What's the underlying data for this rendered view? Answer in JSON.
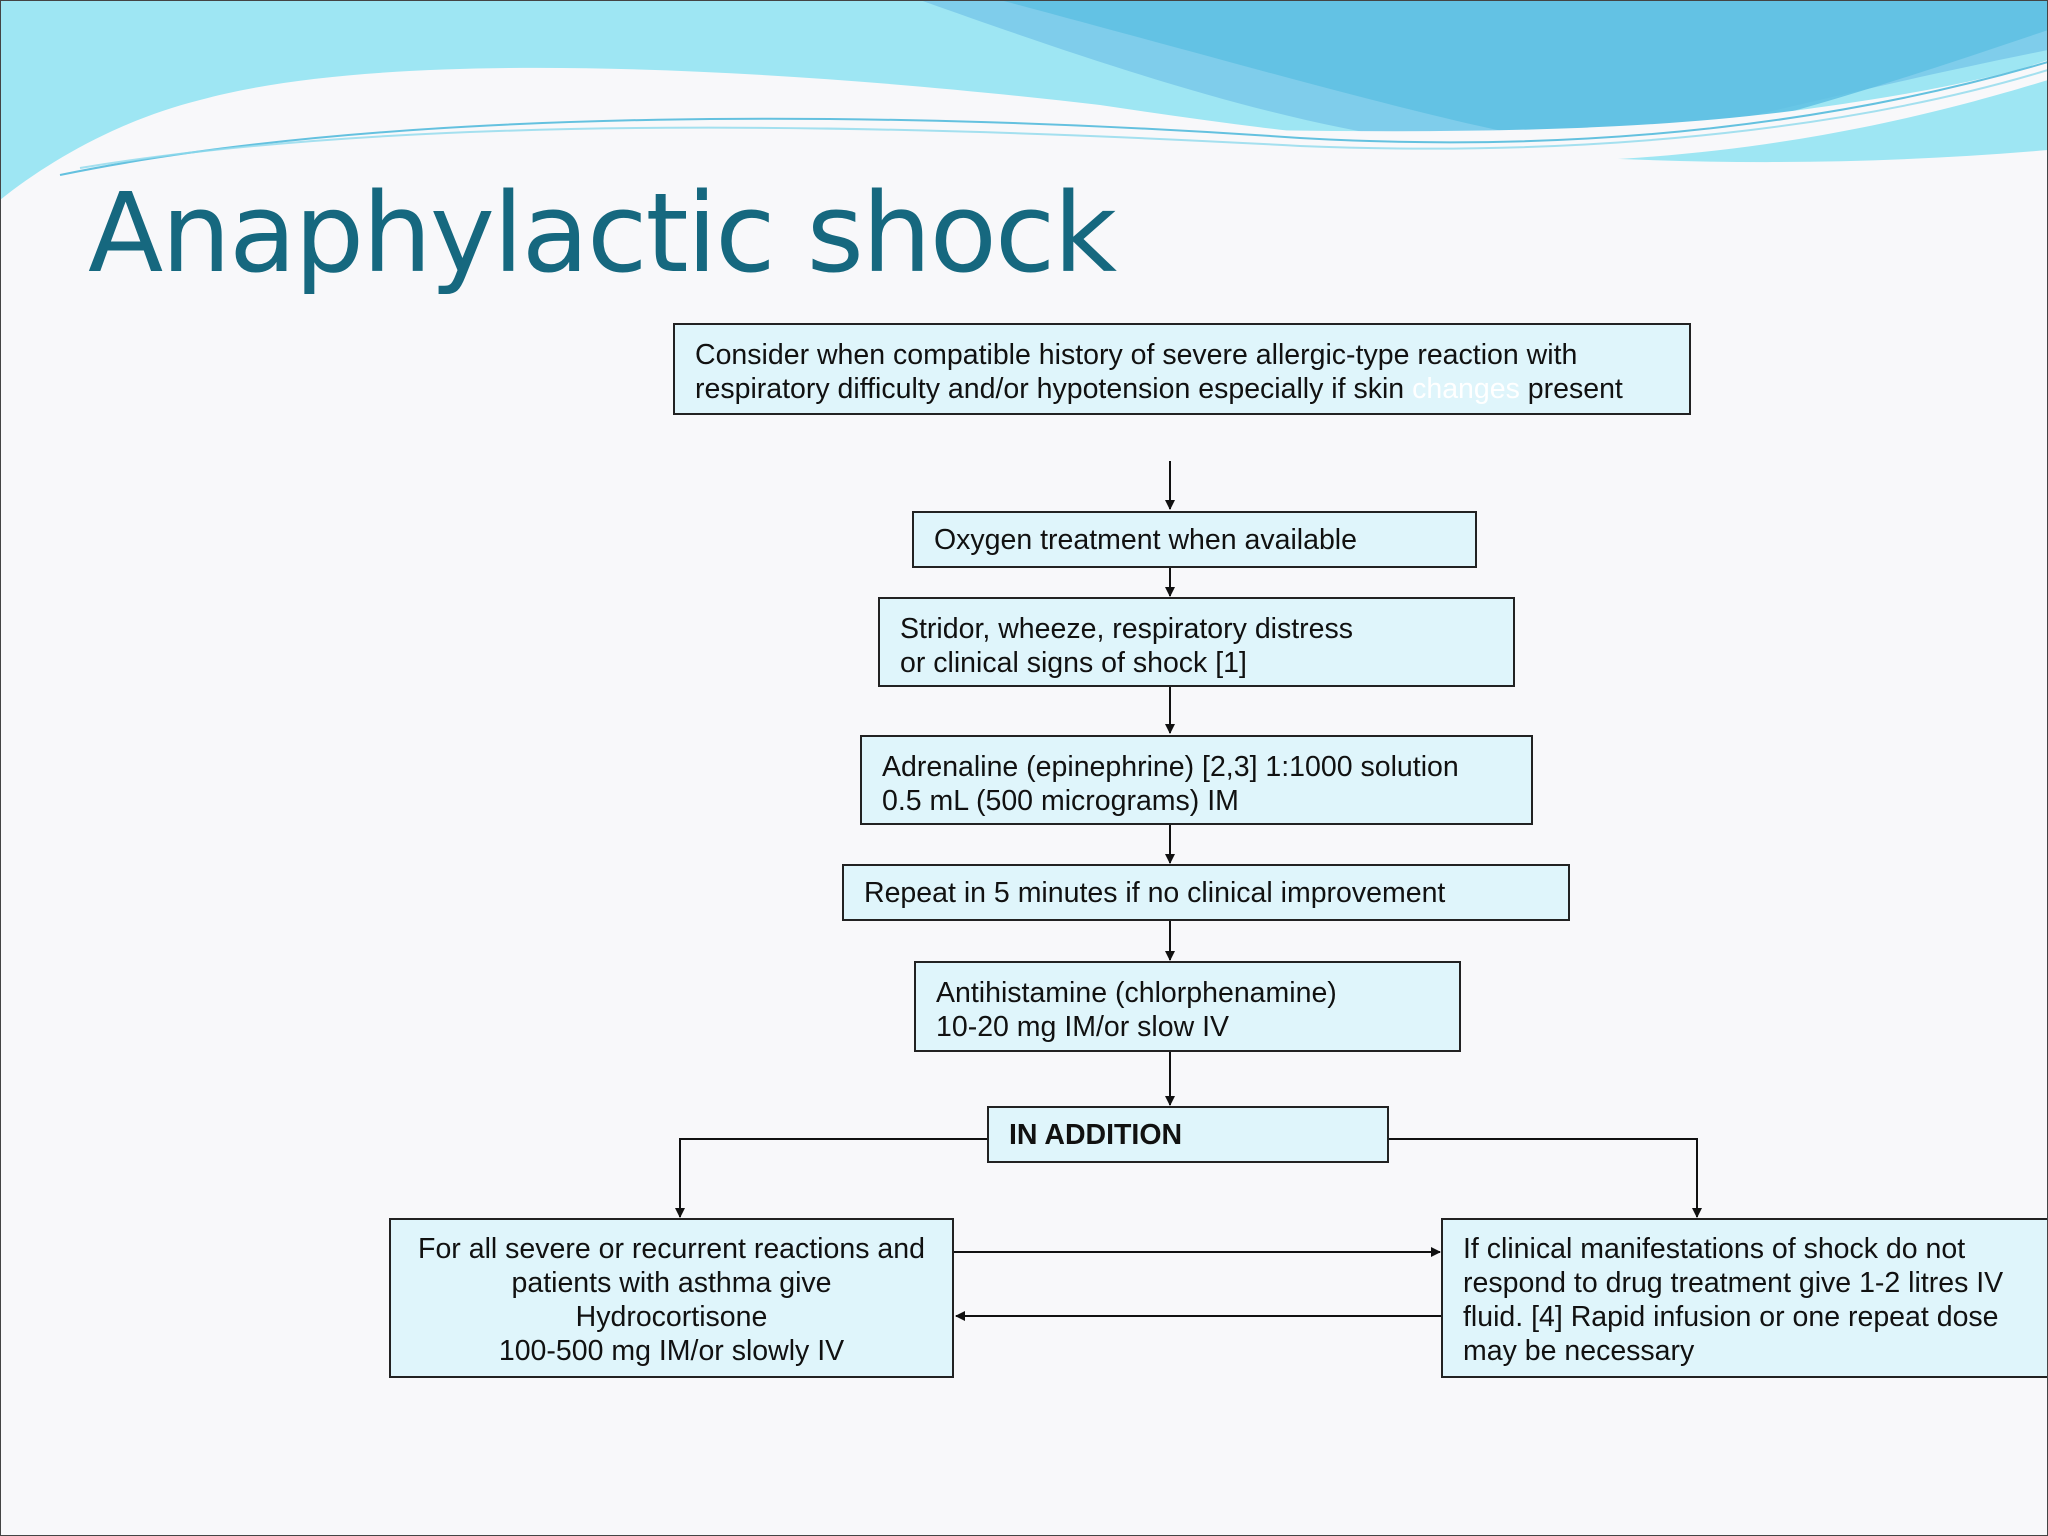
{
  "slide": {
    "title": "Anaphylactic shock"
  },
  "colors": {
    "title": "#16687f",
    "box_fill": "#dff5fb",
    "box_border": "#222222",
    "wave_light": "#9ee6f3",
    "wave_dark": "#3fb3d8"
  },
  "flowchart": {
    "consider": {
      "line1": "Consider when compatible history of severe allergic-type reaction with",
      "line2_pre": "respiratory difficulty and/or hypotension especially if skin",
      "line2_ghost": "changes",
      "line2_post": "present"
    },
    "oxygen": {
      "text": "Oxygen treatment when available"
    },
    "stridor": {
      "line1": "Stridor, wheeze, respiratory distress",
      "line2": "or clinical signs of shock [1]"
    },
    "adrenaline": {
      "line1": "Adrenaline (epinephrine) [2,3] 1:1000 solution",
      "line2": "0.5 mL (500 micrograms) IM"
    },
    "repeat": {
      "text": "Repeat in 5 minutes if no clinical improvement"
    },
    "antihistamine": {
      "line1": "Antihistamine (chlorphenamine)",
      "line2": "10-20 mg IM/or slow IV"
    },
    "in_addition": {
      "text": "IN ADDITION"
    },
    "hydrocortisone": {
      "line1": "For all severe or recurrent reactions and",
      "line2": "patients with asthma give",
      "line3": "Hydrocortisone",
      "line4": "100-500 mg IM/or slowly IV"
    },
    "fluid": {
      "line1": "If clinical manifestations of shock do not",
      "line2": "respond to drug treatment give 1-2 litres IV",
      "line3": "fluid. [4]  Rapid infusion or one repeat dose",
      "line4": "may be necessary"
    }
  }
}
